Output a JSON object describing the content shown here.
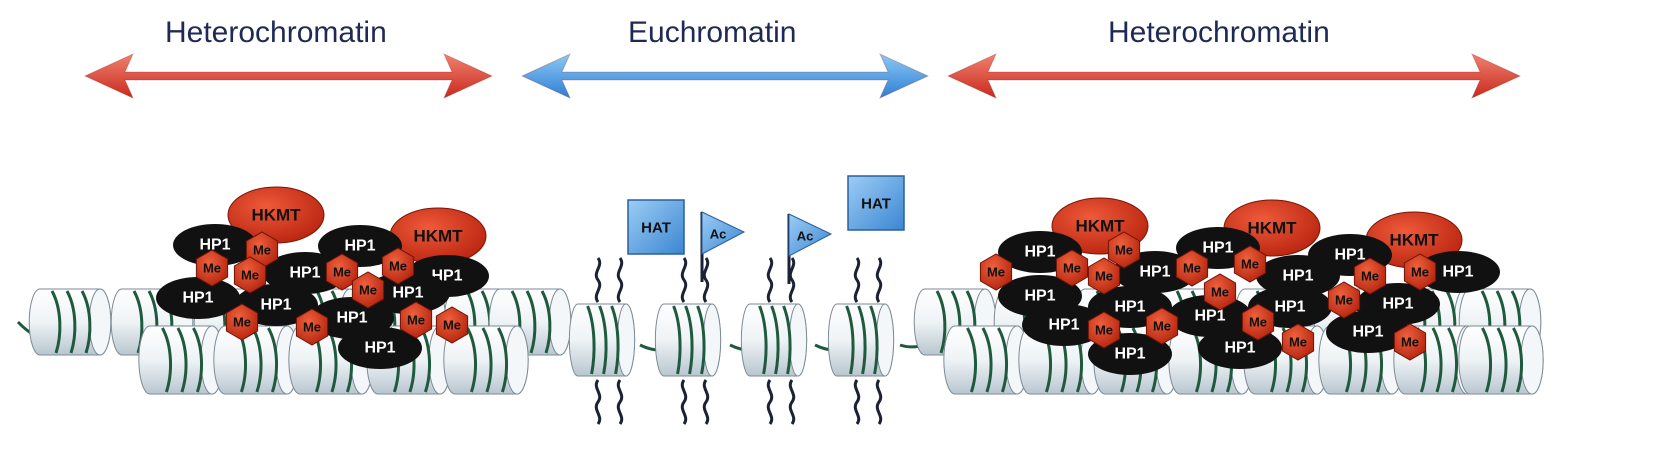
{
  "regions": {
    "left": "Heterochromatin",
    "center": "Euchromatin",
    "right": "Heterochromatin"
  },
  "labels": {
    "hkmt": "HKMT",
    "hp1": "HP1",
    "me": "Me",
    "hat": "HAT",
    "ac": "Ac"
  },
  "colors": {
    "heterochromatin_arrow": "#d93a2b",
    "euchromatin_arrow": "#3a8fe0",
    "hkmt": "#d8321c",
    "hp1": "#111111",
    "me": "#cf3a1a",
    "hat": "#4a8fd6",
    "dna": "#1f5a3e",
    "nucleosome": "#e8eef2"
  }
}
